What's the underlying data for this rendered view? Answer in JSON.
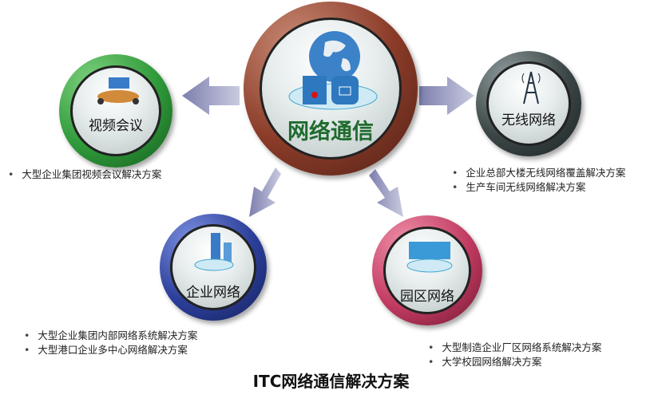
{
  "center": {
    "label": "网络通信"
  },
  "nodes": {
    "video": {
      "label": "视频会议",
      "bullets": [
        "大型企业集团视频会议解决方案"
      ],
      "color": "#2f9a3a"
    },
    "wireless": {
      "label": "无线网络",
      "bullets": [
        "企业总部大楼无线网络覆盖解决方案",
        "生产车间无线网络解决方案"
      ],
      "color": "#3b4546"
    },
    "enterprise": {
      "label": "企业网络",
      "bullets": [
        "大型企业集团内部网络系统解决方案",
        "大型港口企业多中心网络解决方案"
      ],
      "color": "#2c3f9a"
    },
    "campus": {
      "label": "园区网络",
      "bullets": [
        "大型制造企业厂区网络系统解决方案",
        "大学校园网络解决方案"
      ],
      "color": "#c23c62"
    }
  },
  "title": "ITC网络通信解决方案"
}
